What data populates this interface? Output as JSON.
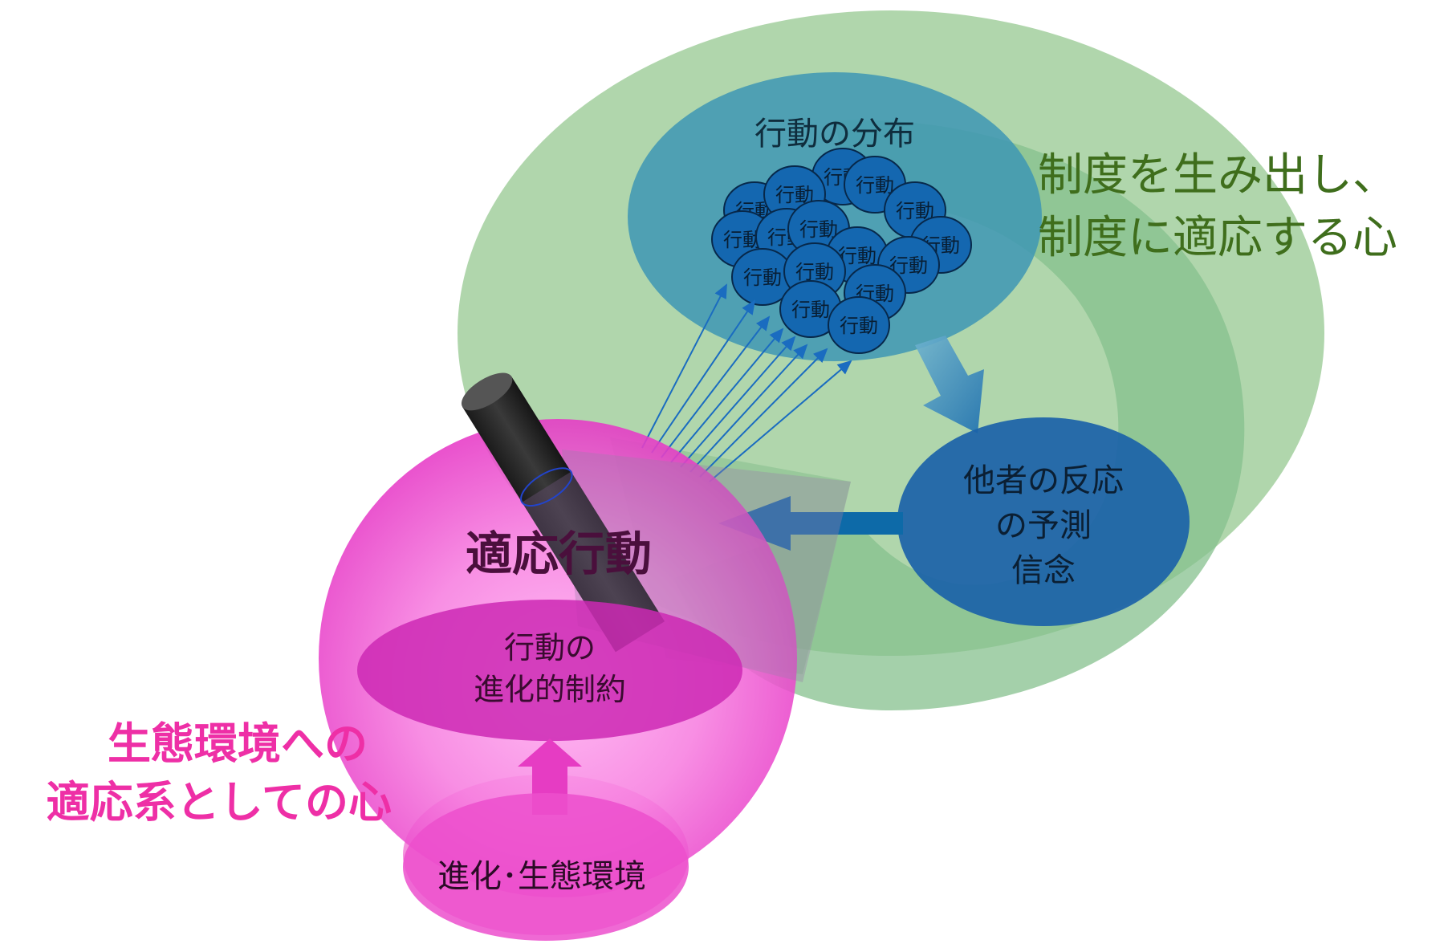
{
  "outer_mind": {
    "line1": "制度を生み出し、",
    "line2": "制度に適応する心"
  },
  "distribution": {
    "label": "行動の分布",
    "bubble_label": "行動"
  },
  "belief": {
    "line1": "他者の反応",
    "line2": "の予測",
    "line3": "信念"
  },
  "adaptive_behavior": "適応行動",
  "constraint": {
    "line1": "行動の",
    "line2": "進化的制約"
  },
  "environment": "進化･生態環境",
  "ecological_mind": {
    "line1": "生態環境への",
    "line2": "適応系としての心"
  },
  "colors": {
    "outer_green": "#a9d3a5",
    "inner_green": "#8fc497",
    "distribution_blue": "#3e96b4",
    "bubble_blue": "#1467b0",
    "belief_blue": "#1b62a8",
    "magenta": "#f24fd3",
    "magenta_label": "#ee2fa6",
    "green_label": "#3f6e1c",
    "cylinder": "#2d2d2d"
  }
}
